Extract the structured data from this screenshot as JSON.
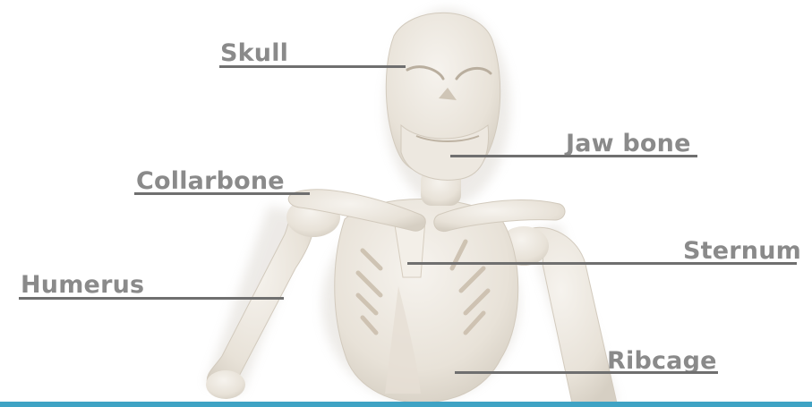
{
  "colors": {
    "label_text": "#8a8a8a",
    "leader_line": "#6f6f6f",
    "clay": "#ece7df",
    "clay_shadow": "#cfc7bb",
    "bottom_bar": "#3fa3c4",
    "background": "#ffffff"
  },
  "labels": {
    "skull": "Skull",
    "jaw": "Jaw bone",
    "collarbone": "Collarbone",
    "sternum": "Sternum",
    "humerus": "Humerus",
    "ribcage": "Ribcage"
  }
}
